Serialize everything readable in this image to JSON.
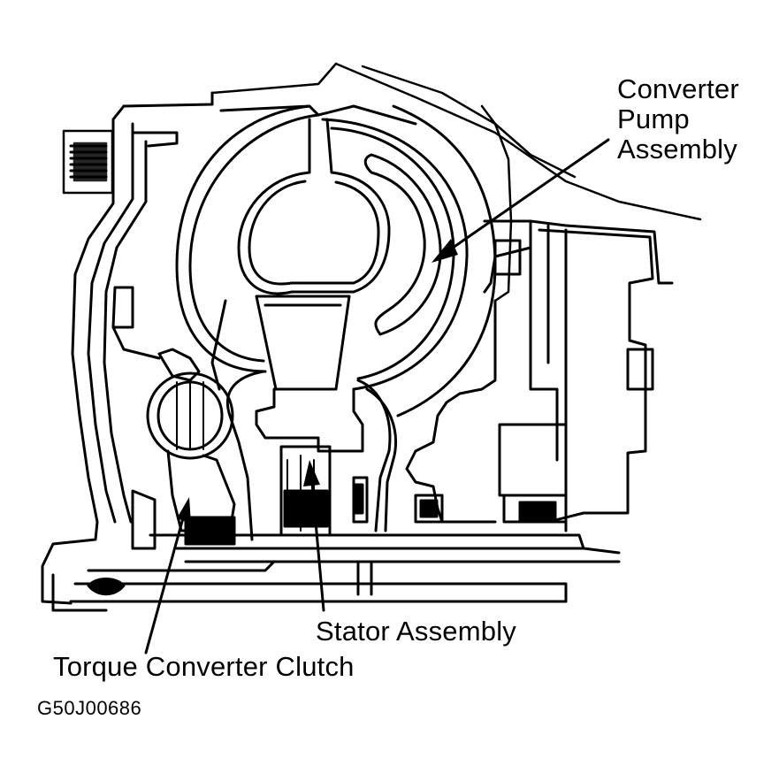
{
  "diagram": {
    "labels": {
      "converter_pump": [
        "Converter",
        "Pump",
        "Assembly"
      ],
      "stator": "Stator Assembly",
      "tcc": "Torque Converter Clutch"
    },
    "figure_code": "G50J00686",
    "colors": {
      "ink": "#000000",
      "paper": "#ffffff"
    }
  }
}
